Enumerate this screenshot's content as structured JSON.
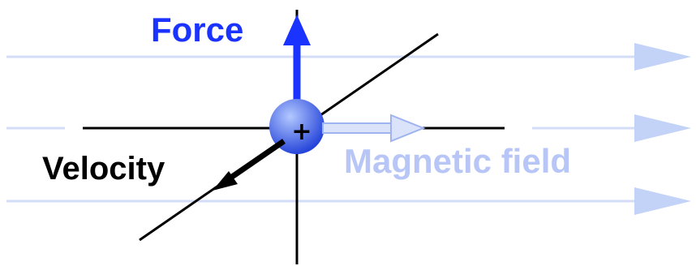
{
  "labels": {
    "force": "Force",
    "velocity": "Velocity",
    "magnetic_field": "Magnetic field",
    "charge_sign": "+"
  },
  "icons": {
    "force_arrow": "arrow-up-icon",
    "velocity_arrow": "arrow-down-left-icon",
    "field_arrow": "arrow-right-icon",
    "particle": "positive-charge-icon"
  },
  "colors": {
    "force": "#1a33ff",
    "velocity": "#000000",
    "magnetic_field": "#b7c6f6",
    "field_lines": "#d4ddf8",
    "field_arrowheads": "#c3d2f7",
    "axes": "#000000",
    "particle_light": "#b3c8ff",
    "particle_dark": "#1f3fd8"
  }
}
